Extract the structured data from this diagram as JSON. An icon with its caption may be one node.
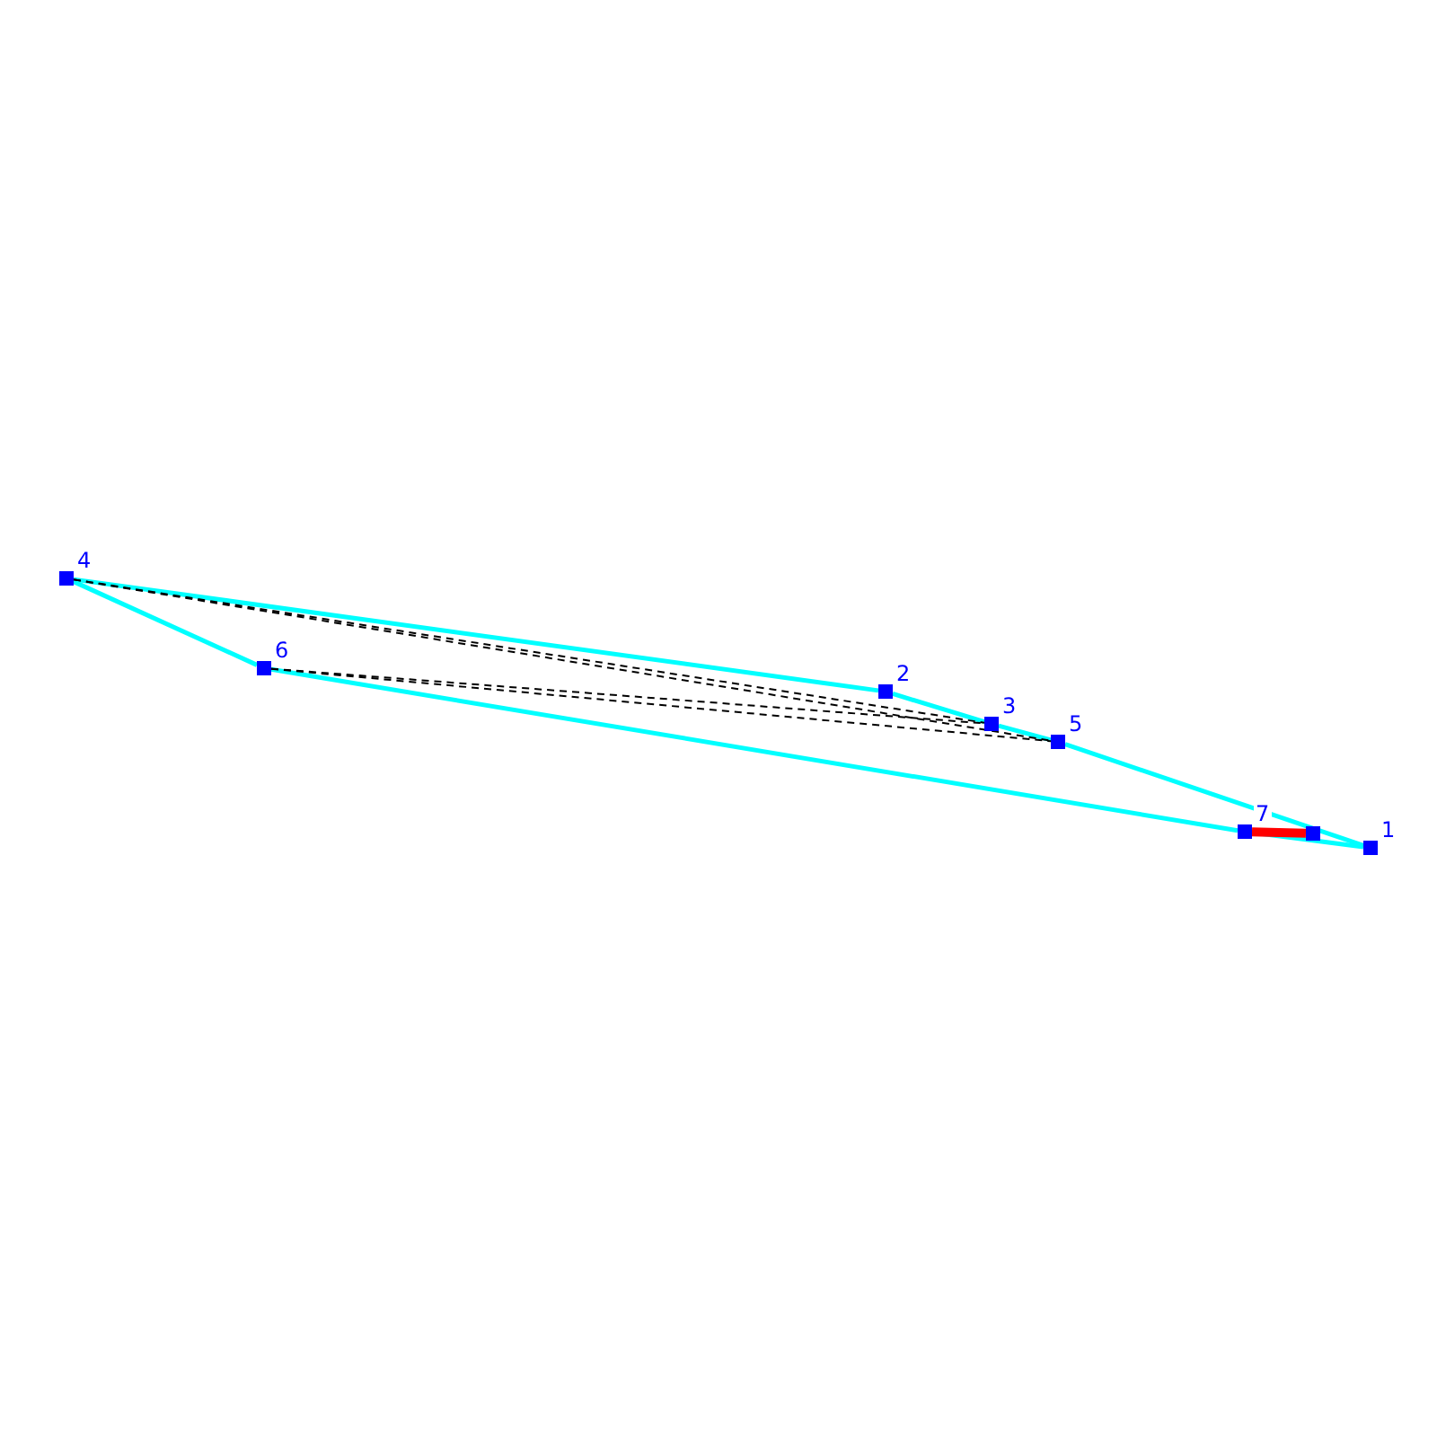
{
  "diagram": {
    "nodes": [
      {
        "text": [
          "1"
        ]
      },
      {
        "text": [
          "2"
        ]
      },
      {
        "text": [
          "3"
        ]
      },
      {
        "text": [
          "4"
        ]
      },
      {
        "text": [
          "5"
        ]
      },
      {
        "text": [
          "6"
        ]
      },
      {
        "text": [
          "7"
        ]
      },
      {
        "text": [],
        "shape": "box"
      }
    ],
    "edges": [
      {
        "from": 3,
        "to": 1,
        "arrow": "none"
      },
      {
        "from": 1,
        "to": 2,
        "arrow": "none"
      },
      {
        "from": 2,
        "to": 4,
        "arrow": "none"
      },
      {
        "from": 4,
        "to": 0,
        "arrow": "none"
      },
      {
        "from": 3,
        "to": 5,
        "arrow": "none"
      },
      {
        "from": 5,
        "to": 6,
        "arrow": "none"
      },
      {
        "from": 6,
        "to": 0,
        "arrow": "none"
      },
      {
        "from": 6,
        "to": 7,
        "arrow": "none",
        "style": "thick",
        "color": "#ff0000"
      },
      {
        "from": 3,
        "to": 2,
        "arrow": "none",
        "style": "dashed",
        "color": "#000000"
      },
      {
        "from": 3,
        "to": 4,
        "arrow": "none",
        "style": "dashed",
        "color": "#000000"
      },
      {
        "from": 5,
        "to": 2,
        "arrow": "none",
        "style": "dashed",
        "color": "#000000"
      },
      {
        "from": 5,
        "to": 4,
        "arrow": "none",
        "style": "dashed",
        "color": "#000000"
      }
    ]
  }
}
